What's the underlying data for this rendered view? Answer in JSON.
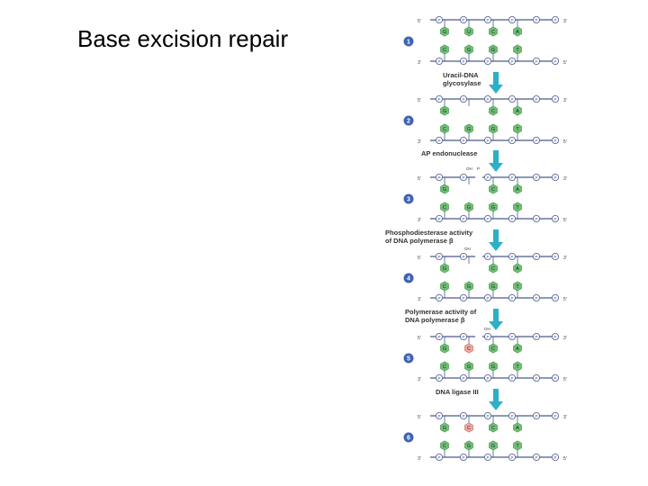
{
  "slide": {
    "title": "Base excision repair"
  },
  "colors": {
    "backbone": "#4a5a8c",
    "nucleotide": "#6fbf73",
    "nucleotide_edge": "#3f8f45",
    "new_nucleotide": "#f1a9a0",
    "new_nucleotide_edge": "#c0625a",
    "arrow": "#2bb0c7",
    "step_badge": "#3f63b5"
  },
  "diagram": {
    "steps": [
      {
        "number": "1",
        "top_bases": [
          "G",
          "U",
          "C",
          "A"
        ],
        "bottom_bases": [
          "C",
          "G",
          "G",
          "T"
        ],
        "state": "intact"
      },
      {
        "number": "2",
        "top_bases": [
          "G",
          "",
          "C",
          "A"
        ],
        "bottom_bases": [
          "C",
          "G",
          "G",
          "T"
        ],
        "state": "ap-site"
      },
      {
        "number": "3",
        "top_bases": [
          "G",
          "",
          "C",
          "A"
        ],
        "bottom_bases": [
          "C",
          "G",
          "G",
          "T"
        ],
        "state": "nicked"
      },
      {
        "number": "4",
        "top_bases": [
          "G",
          "",
          "C",
          "A"
        ],
        "bottom_bases": [
          "C",
          "G",
          "G",
          "T"
        ],
        "state": "gap"
      },
      {
        "number": "5",
        "top_bases": [
          "G",
          "C",
          "C",
          "A"
        ],
        "bottom_bases": [
          "C",
          "G",
          "G",
          "T"
        ],
        "state": "filled"
      },
      {
        "number": "6",
        "top_bases": [
          "G",
          "C",
          "C",
          "A"
        ],
        "bottom_bases": [
          "C",
          "G",
          "G",
          "T"
        ],
        "state": "sealed"
      }
    ],
    "enzymes": [
      {
        "lines": [
          "Uracil-DNA",
          "glycosylase"
        ]
      },
      {
        "lines": [
          "AP endonuclease"
        ]
      },
      {
        "lines": [
          "Phosphodiesterase activity",
          "of DNA polymerase β"
        ]
      },
      {
        "lines": [
          "Polymerase activity of",
          "DNA polymerase β"
        ]
      },
      {
        "lines": [
          "DNA ligase III"
        ]
      }
    ],
    "end_labels": {
      "five_prime": "5'",
      "three_prime": "3'"
    },
    "phosphate_label": "P",
    "hydroxyl_label": "OH"
  }
}
